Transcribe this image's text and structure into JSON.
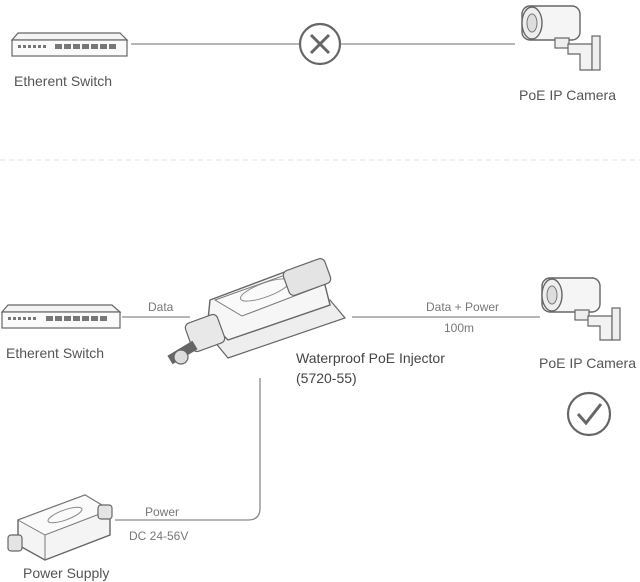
{
  "top": {
    "switch_label": "Etherent Switch",
    "camera_label": "PoE IP Camera",
    "status_icon": "cross-icon"
  },
  "bottom": {
    "switch_label": "Etherent Switch",
    "camera_label": "PoE IP Camera",
    "injector_label_line1": "Waterproof PoE Injector",
    "injector_label_line2": "(5720-55)",
    "power_supply_label": "Power Supply",
    "data_link_label": "Data",
    "camera_link_label": "Data + Power",
    "camera_link_distance": "100m",
    "power_link_label": "Power",
    "power_link_voltage": "DC 24-56V",
    "status_icon": "check-icon"
  },
  "colors": {
    "line": "#8a8a8a",
    "icon": "#666666",
    "divider": "#dddddd"
  }
}
